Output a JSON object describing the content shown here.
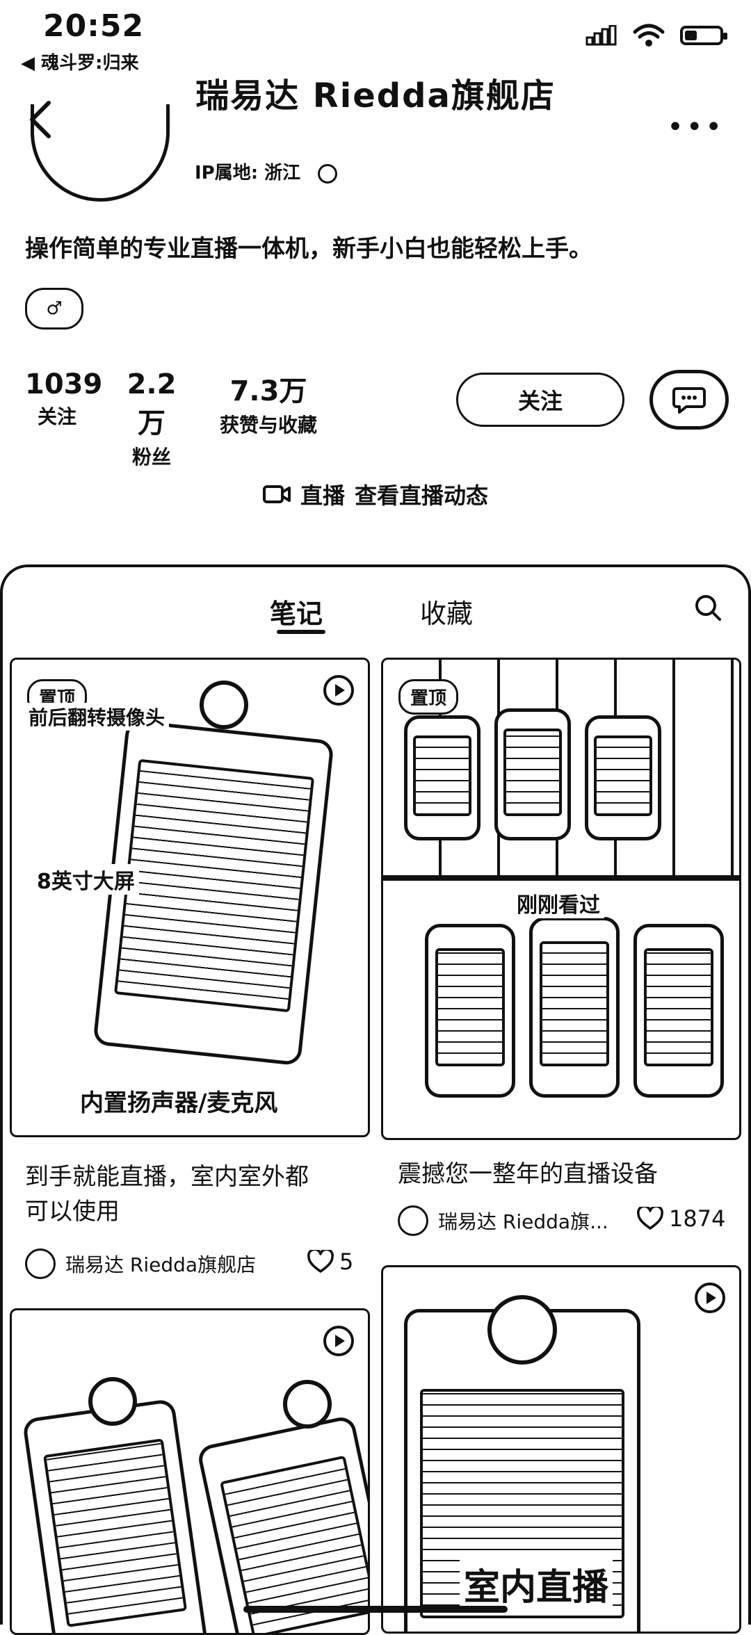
{
  "status_bar": {
    "time": "20:52",
    "back_app": "◀ 魂斗罗:归来",
    "battery_level": 0.35
  },
  "header": {
    "title": "瑞易达 Riedda旗舰店",
    "more": "•••"
  },
  "profile": {
    "ip_location": "IP属地: 浙江",
    "bio": "操作简单的专业直播一体机，新手小白也能轻松上手。",
    "gender_symbol": "♂",
    "stats": [
      {
        "num": "1039",
        "label": "关注"
      },
      {
        "num": "2.2万",
        "label": "粉丝"
      },
      {
        "num": "7.3万",
        "label": "获赞与收藏"
      }
    ],
    "follow_label": "关注",
    "live_label": "直播",
    "live_link": "查看直播动态"
  },
  "tabs": [
    {
      "label": "笔记",
      "active": true
    },
    {
      "label": "收藏",
      "active": false
    }
  ],
  "notes": [
    {
      "pin": "置顶",
      "callout_top": "前后翻转摄像头",
      "callout_mid": "8英寸大屏",
      "callout_bottom": "内置扬声器/麦克风",
      "title_line1": "到手就能直播，室内室外都",
      "title_line2": "可以使用",
      "author": "瑞易达 Riedda旗舰店",
      "likes": "5"
    },
    {
      "pin": "置顶",
      "recent": "刚刚看过",
      "title": "震撼您一整年的直播设备",
      "author": "瑞易达 Riedda旗...",
      "likes": "1874"
    },
    {
      "overlay": "室内直播"
    }
  ]
}
